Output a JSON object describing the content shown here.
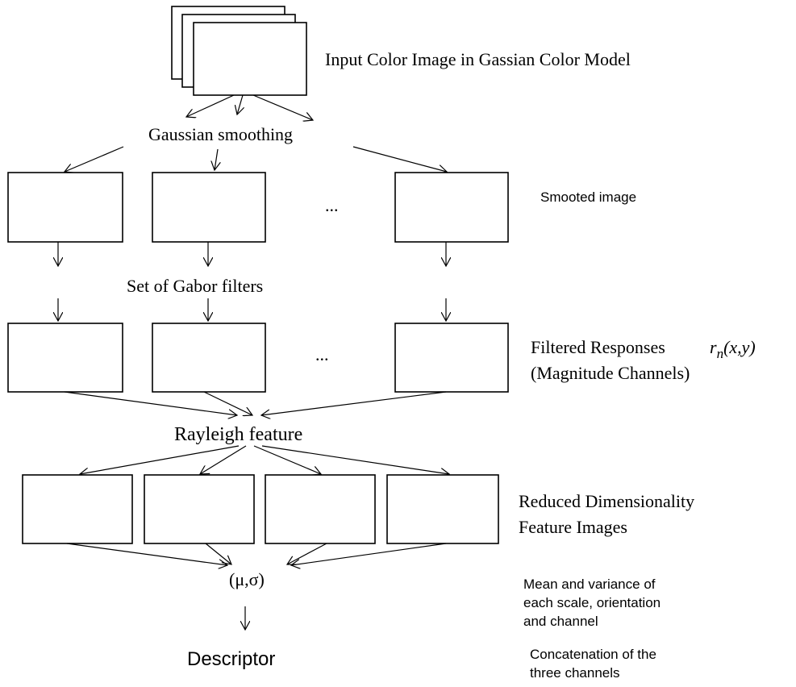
{
  "labels": {
    "input": "Input Color Image in Gassian Color Model",
    "gaussian": "Gaussian smoothing",
    "smoothed": "Smooted image",
    "ellipsis": "...",
    "gabor": "Set of Gabor filters",
    "filtered_line1": "Filtered Responses",
    "filtered_formula_r": "r",
    "filtered_formula_n": "n",
    "filtered_formula_xy": "(x,y)",
    "filtered_line2": "(Magnitude Channels)",
    "rayleigh": "Rayleigh feature",
    "reduced_line1": "Reduced Dimensionality",
    "reduced_line2": "Feature Images",
    "musigma": "(μ,σ)",
    "mean_line1": "Mean and variance of",
    "mean_line2": "each scale, orientation",
    "mean_line3": "and channel",
    "descriptor": "Descriptor",
    "concat_line1": "Concatenation of the",
    "concat_line2": "three channels"
  }
}
